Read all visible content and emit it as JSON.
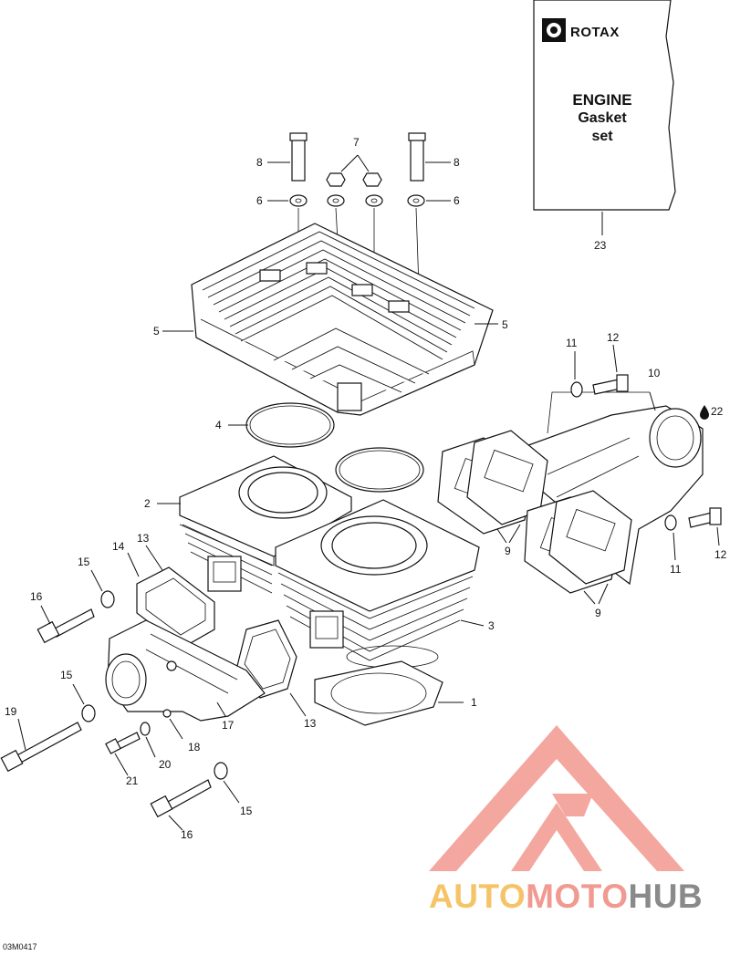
{
  "gasket_box": {
    "brand": "ROTAX",
    "line1": "ENGINE",
    "line2": "Gasket",
    "line3": "set"
  },
  "reference_code": "03M0417",
  "watermark": {
    "part1": "AUTO",
    "part2": "MOTO",
    "part3": "HUB",
    "colors": {
      "auto": "#f5c469",
      "moto": "#f19a91",
      "hub": "#8a8a8a",
      "logo": "#f08a80"
    }
  },
  "callouts": [
    {
      "id": "c-8-left",
      "label": "8"
    },
    {
      "id": "c-7",
      "label": "7"
    },
    {
      "id": "c-8-right",
      "label": "8"
    },
    {
      "id": "c-6-left",
      "label": "6"
    },
    {
      "id": "c-6-right",
      "label": "6"
    },
    {
      "id": "c-23",
      "label": "23"
    },
    {
      "id": "c-5-left",
      "label": "5"
    },
    {
      "id": "c-5-right",
      "label": "5"
    },
    {
      "id": "c-11-top",
      "label": "11"
    },
    {
      "id": "c-12-top",
      "label": "12"
    },
    {
      "id": "c-10",
      "label": "10"
    },
    {
      "id": "c-22",
      "label": "22"
    },
    {
      "id": "c-4",
      "label": "4"
    },
    {
      "id": "c-2",
      "label": "2"
    },
    {
      "id": "c-9-upper",
      "label": "9"
    },
    {
      "id": "c-12-bottom",
      "label": "12"
    },
    {
      "id": "c-11-bottom",
      "label": "11"
    },
    {
      "id": "c-9-lower",
      "label": "9"
    },
    {
      "id": "c-13-top",
      "label": "13"
    },
    {
      "id": "c-14",
      "label": "14"
    },
    {
      "id": "c-15-top",
      "label": "15"
    },
    {
      "id": "c-16-top",
      "label": "16"
    },
    {
      "id": "c-3",
      "label": "3"
    },
    {
      "id": "c-15-mid",
      "label": "15"
    },
    {
      "id": "c-17",
      "label": "17"
    },
    {
      "id": "c-13-bottom",
      "label": "13"
    },
    {
      "id": "c-1",
      "label": "1"
    },
    {
      "id": "c-19",
      "label": "19"
    },
    {
      "id": "c-18",
      "label": "18"
    },
    {
      "id": "c-20",
      "label": "20"
    },
    {
      "id": "c-21",
      "label": "21"
    },
    {
      "id": "c-15-bottom",
      "label": "15"
    },
    {
      "id": "c-16-bottom",
      "label": "16"
    }
  ]
}
